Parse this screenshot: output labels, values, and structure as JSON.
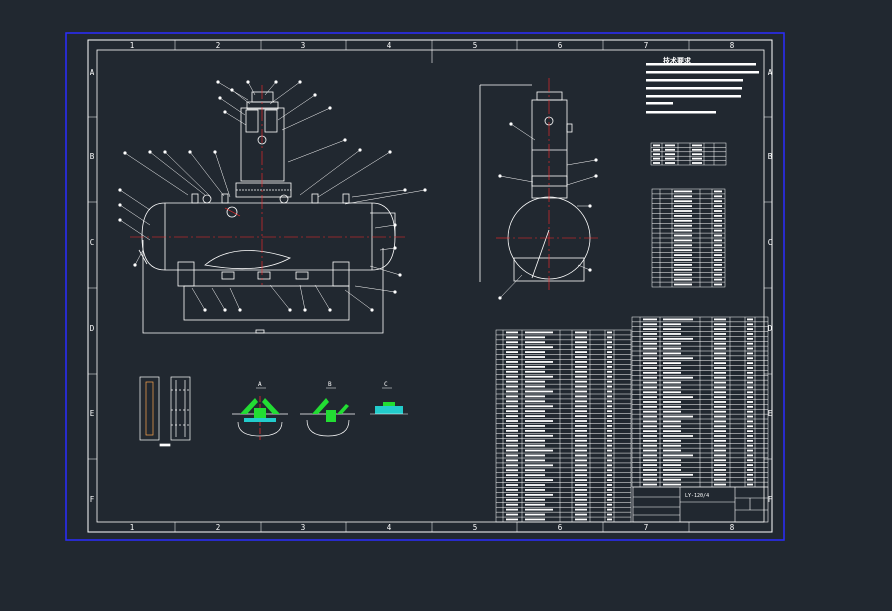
{
  "colors": {
    "background": "#212830",
    "sheet_border": "#2a2cff",
    "geometry": "#ffffff",
    "center_line": "#ff2a2a",
    "leader": "#ffffff",
    "hatch_green": "#22dd33",
    "hatch_cyan": "#22cccc"
  },
  "grid": {
    "columns": [
      "1",
      "2",
      "3",
      "4",
      "5",
      "6",
      "7",
      "8"
    ],
    "rows": [
      "A",
      "B",
      "C",
      "D",
      "E",
      "F"
    ]
  },
  "notes": {
    "title": "技术要求"
  },
  "title_block": {
    "drawing_no": "LY-120/4"
  },
  "sections": {
    "label_a": "A",
    "label_b": "B",
    "label_c": "C"
  }
}
